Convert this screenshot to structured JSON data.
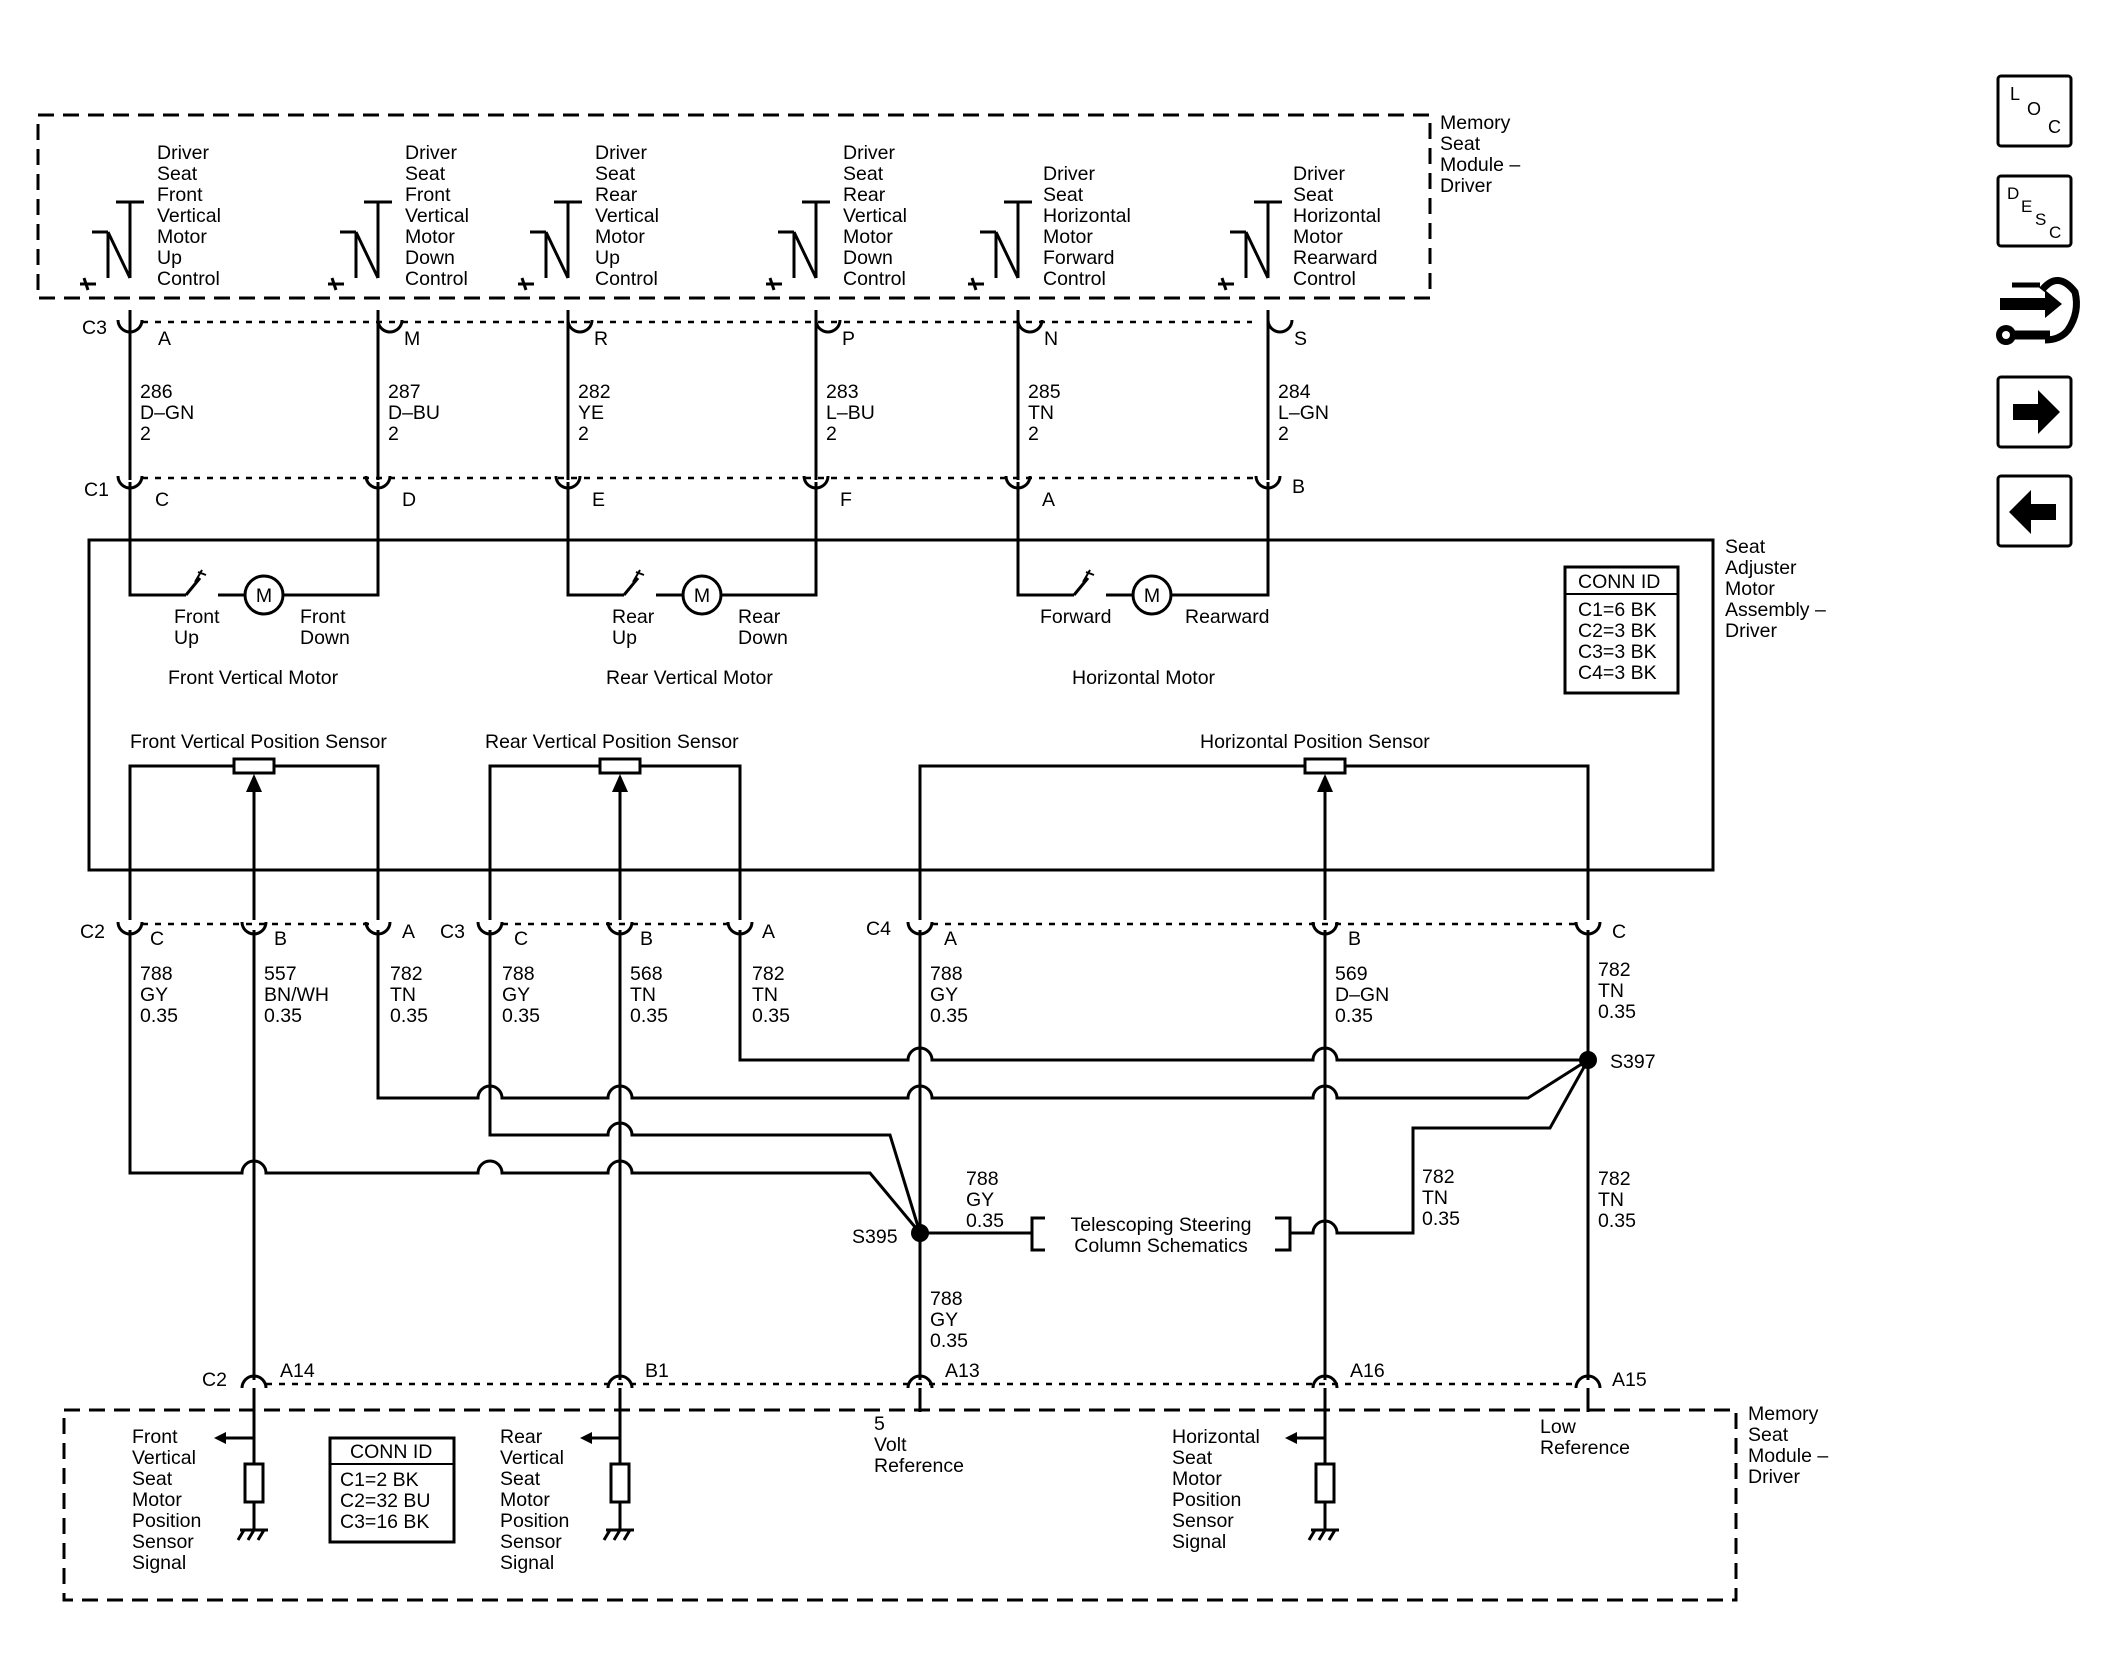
{
  "modules": {
    "top_label": [
      "Memory",
      "Seat",
      "Module –",
      "Driver"
    ],
    "adjuster_label": [
      "Seat",
      "Adjuster",
      "Motor",
      "Assembly –",
      "Driver"
    ],
    "bottom_label": [
      "Memory",
      "Seat",
      "Module –",
      "Driver"
    ]
  },
  "switches": [
    {
      "lines": [
        "Driver",
        "Seat",
        "Front",
        "Vertical",
        "Motor",
        "Up",
        "Control"
      ]
    },
    {
      "lines": [
        "Driver",
        "Seat",
        "Front",
        "Vertical",
        "Motor",
        "Down",
        "Control"
      ]
    },
    {
      "lines": [
        "Driver",
        "Seat",
        "Rear",
        "Vertical",
        "Motor",
        "Up",
        "Control"
      ]
    },
    {
      "lines": [
        "Driver",
        "Seat",
        "Rear",
        "Vertical",
        "Motor",
        "Down",
        "Control"
      ]
    },
    {
      "lines": [
        "Driver",
        "Seat",
        "Horizontal",
        "Motor",
        "Forward",
        "Control"
      ]
    },
    {
      "lines": [
        "Driver",
        "Seat",
        "Horizontal",
        "Motor",
        "Rearward",
        "Control"
      ]
    }
  ],
  "top_connector": {
    "name": "C3",
    "pins": [
      "A",
      "M",
      "R",
      "P",
      "N",
      "S"
    ]
  },
  "upper_wires": [
    {
      "circuit": "286",
      "color": "D–GN",
      "gauge": "2"
    },
    {
      "circuit": "287",
      "color": "D–BU",
      "gauge": "2"
    },
    {
      "circuit": "282",
      "color": "YE",
      "gauge": "2"
    },
    {
      "circuit": "283",
      "color": "L–BU",
      "gauge": "2"
    },
    {
      "circuit": "285",
      "color": "TN",
      "gauge": "2"
    },
    {
      "circuit": "284",
      "color": "L–GN",
      "gauge": "2"
    }
  ],
  "c1_connector": {
    "name": "C1",
    "pins": [
      "C",
      "D",
      "E",
      "F",
      "A",
      "B"
    ]
  },
  "motors": [
    {
      "symbol": "M",
      "left": [
        "Front",
        "Up"
      ],
      "right": [
        "Front",
        "Down"
      ],
      "title": "Front Vertical Motor"
    },
    {
      "symbol": "M",
      "left": [
        "Rear",
        "Up"
      ],
      "right": [
        "Rear",
        "Down"
      ],
      "title": "Rear Vertical Motor"
    },
    {
      "symbol": "M",
      "left": [
        "Forward"
      ],
      "right": [
        "Rearward"
      ],
      "title": "Horizontal Motor"
    }
  ],
  "conn_id_top": {
    "title": "CONN ID",
    "rows": [
      "C1=6 BK",
      "C2=3 BK",
      "C3=3 BK",
      "C4=3 BK"
    ]
  },
  "sensors": [
    "Front Vertical Position Sensor",
    "Rear Vertical Position Sensor",
    "Horizontal Position Sensor"
  ],
  "sensor_connectors": [
    {
      "name": "C2",
      "pins": [
        "C",
        "B",
        "A"
      ]
    },
    {
      "name": "C3",
      "pins": [
        "C",
        "B",
        "A"
      ]
    },
    {
      "name": "C4",
      "pins": [
        "A",
        "B",
        "C"
      ]
    }
  ],
  "lower_wires": [
    {
      "circuit": "788",
      "color": "GY",
      "gauge": "0.35"
    },
    {
      "circuit": "557",
      "color": "BN/WH",
      "gauge": "0.35"
    },
    {
      "circuit": "782",
      "color": "TN",
      "gauge": "0.35"
    },
    {
      "circuit": "788",
      "color": "GY",
      "gauge": "0.35"
    },
    {
      "circuit": "568",
      "color": "TN",
      "gauge": "0.35"
    },
    {
      "circuit": "782",
      "color": "TN",
      "gauge": "0.35"
    },
    {
      "circuit": "788",
      "color": "GY",
      "gauge": "0.35"
    },
    {
      "circuit": "569",
      "color": "D–GN",
      "gauge": "0.35"
    },
    {
      "circuit": "782",
      "color": "TN",
      "gauge": "0.35"
    }
  ],
  "splices": {
    "s397": "S397",
    "s395": "S395"
  },
  "splice_wires": {
    "s395_right": {
      "circuit": "788",
      "color": "GY",
      "gauge": "0.35"
    },
    "s397_to_tele": {
      "circuit": "782",
      "color": "TN",
      "gauge": "0.35"
    },
    "s397_down": {
      "circuit": "782",
      "color": "TN",
      "gauge": "0.35"
    },
    "s395_down": {
      "circuit": "788",
      "color": "GY",
      "gauge": "0.35"
    }
  },
  "telescoping": [
    "Telescoping Steering",
    "Column Schematics"
  ],
  "bottom_connector": {
    "name": "C2",
    "pins": [
      "A14",
      "B1",
      "A13",
      "A16",
      "A15"
    ]
  },
  "module_signals": [
    {
      "lines": [
        "Front",
        "Vertical",
        "Seat",
        "Motor",
        "Position",
        "Sensor",
        "Signal"
      ]
    },
    {
      "lines": [
        "Rear",
        "Vertical",
        "Seat",
        "Motor",
        "Position",
        "Sensor",
        "Signal"
      ]
    },
    {
      "lines": [
        "5",
        "Volt",
        "Reference"
      ]
    },
    {
      "lines": [
        "Horizontal",
        "Seat",
        "Motor",
        "Position",
        "Sensor",
        "Signal"
      ]
    },
    {
      "lines": [
        "Low",
        "Reference"
      ]
    }
  ],
  "conn_id_bottom": {
    "title": "CONN ID",
    "rows": [
      "C1=2 BK",
      "C2=32 BU",
      "C3=16 BK"
    ]
  },
  "nav": [
    {
      "name": "loc-button",
      "glyph": "LOC"
    },
    {
      "name": "desc-button",
      "glyph": "DESC"
    },
    {
      "name": "connector-view-button",
      "glyph": "connector-wrench-icon"
    },
    {
      "name": "next-button",
      "glyph": "arrow-right-icon"
    },
    {
      "name": "previous-button",
      "glyph": "arrow-left-icon"
    }
  ]
}
